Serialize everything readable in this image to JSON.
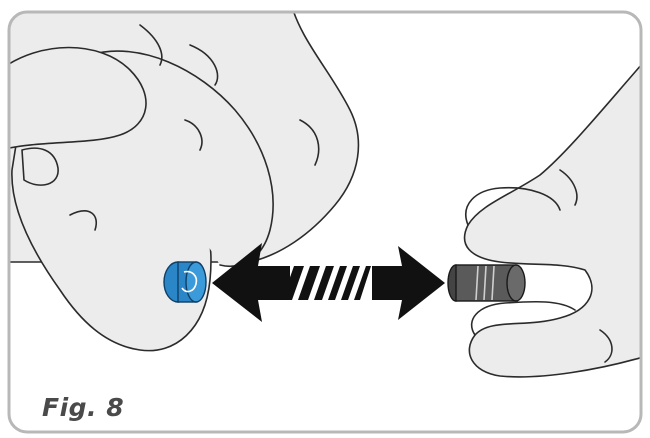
{
  "figure": {
    "caption": "Fig. 8",
    "colors": {
      "frame": "#b8b8b8",
      "hand_fill": "#ececec",
      "hand_outline": "#2b2b2b",
      "blue_part": "#2a86c7",
      "dark_part": "#555555",
      "arrow": "#111111"
    },
    "elements": [
      "left-hand",
      "right-hand",
      "blue-connector",
      "dark-cap",
      "double-arrow"
    ]
  }
}
